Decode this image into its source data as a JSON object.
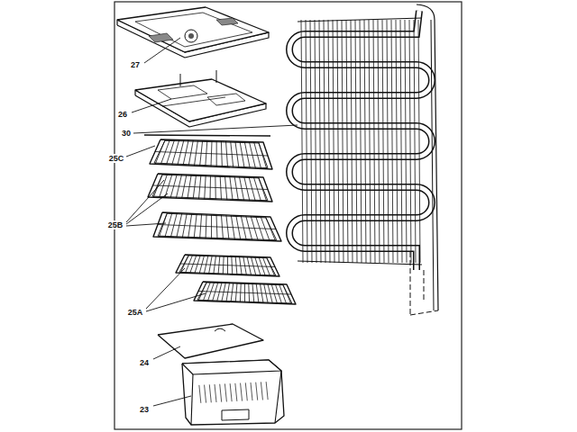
{
  "diagram": {
    "labels": [
      "27",
      "26",
      "30",
      "25C",
      "25B",
      "25A",
      "24",
      "23"
    ]
  }
}
